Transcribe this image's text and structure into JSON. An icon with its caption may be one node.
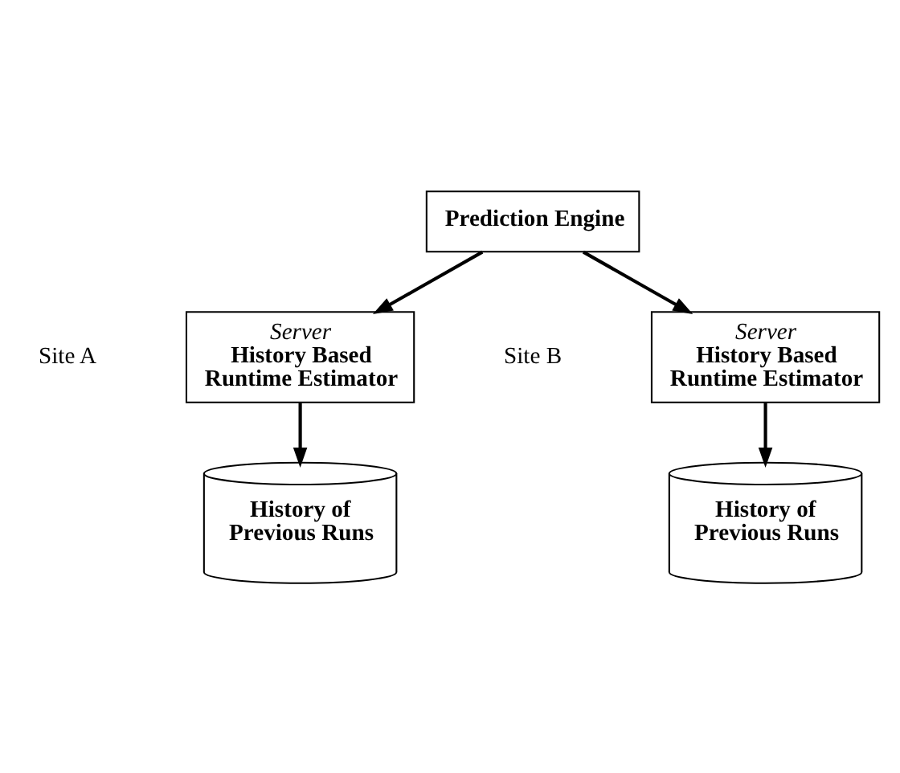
{
  "diagram": {
    "nodes": [
      {
        "text": [
          "Prediction Engine"
        ]
      },
      {
        "text": [
          "Server",
          "History Based Runtime Estimator"
        ]
      },
      {
        "text": [
          "Server",
          "History Based Runtime Estimator"
        ]
      },
      {
        "text": [
          "History of Previous Runs"
        ]
      },
      {
        "text": [
          "History of Previous Runs"
        ]
      }
    ],
    "edges": [
      {
        "from": 0,
        "to": 1,
        "arrow": "to"
      },
      {
        "from": 0,
        "to": 2,
        "arrow": "to"
      },
      {
        "from": 1,
        "to": 3,
        "arrow": "to"
      },
      {
        "from": 2,
        "to": 4,
        "arrow": "to"
      }
    ],
    "labels": [
      "Site A",
      "Site B"
    ]
  }
}
